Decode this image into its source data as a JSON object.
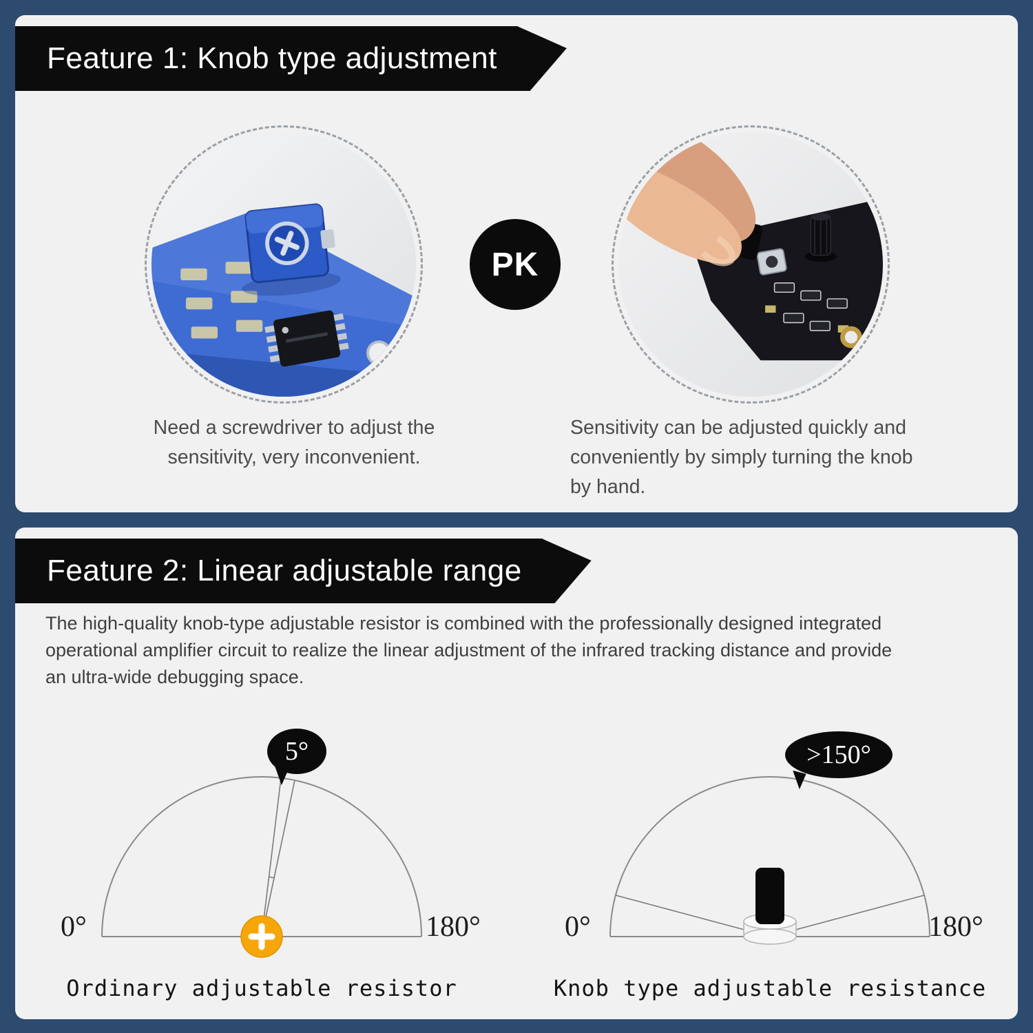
{
  "colors": {
    "background": "#2d4a6f",
    "panel": "#f1f1f2",
    "banner": "#0c0c0c",
    "banner_text": "#ffffff",
    "caption_text": "#4b4b4b",
    "paragraph_text": "#3e3e3e",
    "accent_orange": "#f7a60a",
    "diagram_line": "#8a8a8a"
  },
  "feature1": {
    "banner": "Feature 1: Knob type adjustment",
    "pk": "PK",
    "left": {
      "caption": "Need a screwdriver to adjust the\nsensitivity, very inconvenient.",
      "photo": "blue-pcb-with-screwdriver-trimmer"
    },
    "right": {
      "caption": "Sensitivity can be adjusted quickly and\nconveniently by simply turning the knob\nby hand.",
      "photo": "fingers-turning-knob-on-black-pcb"
    }
  },
  "feature2": {
    "banner": "Feature 2: Linear adjustable range",
    "paragraph": "The high-quality knob-type adjustable resistor is combined with the professionally designed integrated\noperational amplifier circuit to realize the linear adjustment of the infrared tracking distance and provide\nan ultra-wide debugging space.",
    "left_diagram": {
      "bubble": "5°",
      "zero_label": "0°",
      "end_label": "180°",
      "range_deg": 5,
      "caption": "Ordinary adjustable resistor"
    },
    "right_diagram": {
      "bubble": ">150°",
      "zero_label": "0°",
      "end_label": "180°",
      "range_deg": 150,
      "caption": "Knob type adjustable resistance"
    }
  }
}
